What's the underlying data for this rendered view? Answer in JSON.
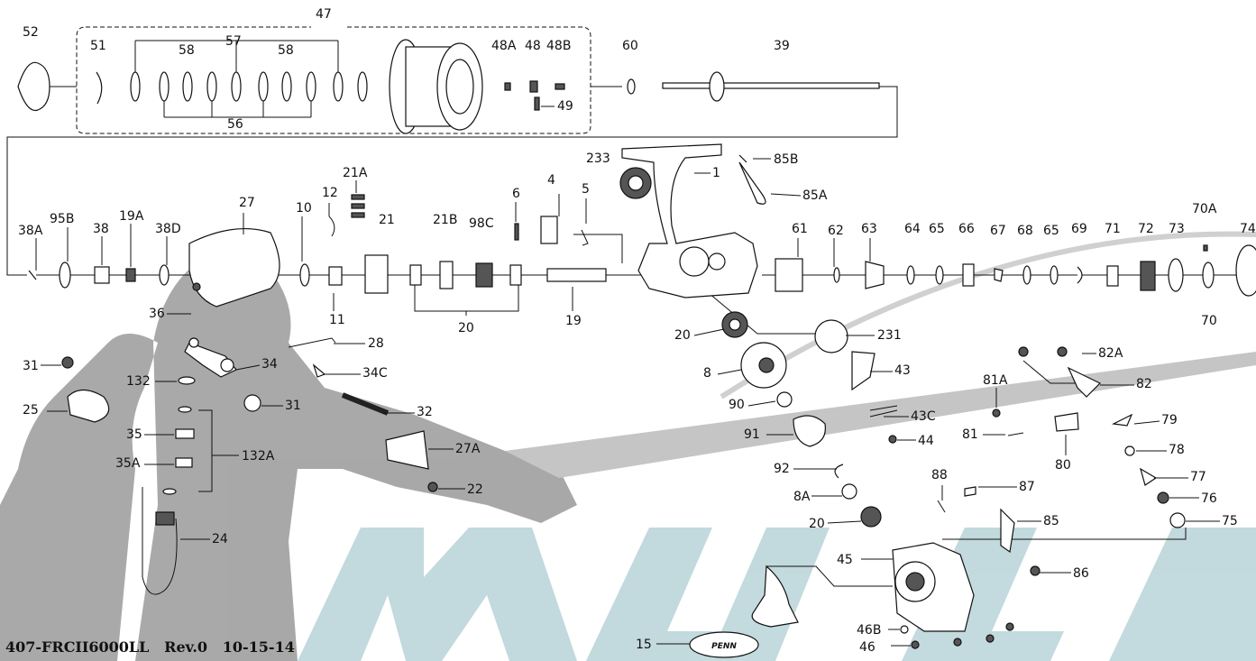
{
  "footer": {
    "doc_code": "407-FRCII6000LL",
    "revision": "Rev.0",
    "date": "10-15-14"
  },
  "watermark": {
    "angler_color": "#9a9a9a",
    "text_color": "#b8d3d8"
  },
  "logo": {
    "text": "PENN"
  },
  "labels": {
    "p47": "47",
    "p52": "52",
    "p51": "51",
    "p57": "57",
    "p58a": "58",
    "p58b": "58",
    "p56": "56",
    "p48A": "48A",
    "p48": "48",
    "p48B": "48B",
    "p49": "49",
    "p60": "60",
    "p39": "39",
    "p233": "233",
    "p1": "1",
    "p85B": "85B",
    "p85A": "85A",
    "p4": "4",
    "p5": "5",
    "p6": "6",
    "p21A": "21A",
    "p12": "12",
    "p10": "10",
    "p27": "27",
    "p21": "21",
    "p21B": "21B",
    "p98C": "98C",
    "p11": "11",
    "p20a": "20",
    "p19": "19",
    "p38A": "38A",
    "p95B": "95B",
    "p38": "38",
    "p19A": "19A",
    "p38D": "38D",
    "p61": "61",
    "p62": "62",
    "p63": "63",
    "p64": "64",
    "p65a": "65",
    "p66": "66",
    "p67": "67",
    "p68": "68",
    "p65b": "65",
    "p69": "69",
    "p71": "71",
    "p72": "72",
    "p73": "73",
    "p70A": "70A",
    "p74": "74",
    "p70": "70",
    "p36": "36",
    "p28": "28",
    "p31a": "31",
    "p34": "34",
    "p34C": "34C",
    "p132": "132",
    "p31b": "31",
    "p25": "25",
    "p32": "32",
    "p35": "35",
    "p132A": "132A",
    "p35A": "35A",
    "p27A": "27A",
    "p22": "22",
    "p24": "24",
    "p20b": "20",
    "p231": "231",
    "p8": "8",
    "p43": "43",
    "p90": "90",
    "p82A": "82A",
    "p82": "82",
    "p81A": "81A",
    "p43C": "43C",
    "p91": "91",
    "p44": "44",
    "p81": "81",
    "p79": "79",
    "p80": "80",
    "p78": "78",
    "p92": "92",
    "p77": "77",
    "p8A": "8A",
    "p88": "88",
    "p87": "87",
    "p76": "76",
    "p20c": "20",
    "p85": "85",
    "p75": "75",
    "p45": "45",
    "p86": "86",
    "p46B": "46B",
    "p46": "46",
    "p15": "15"
  }
}
